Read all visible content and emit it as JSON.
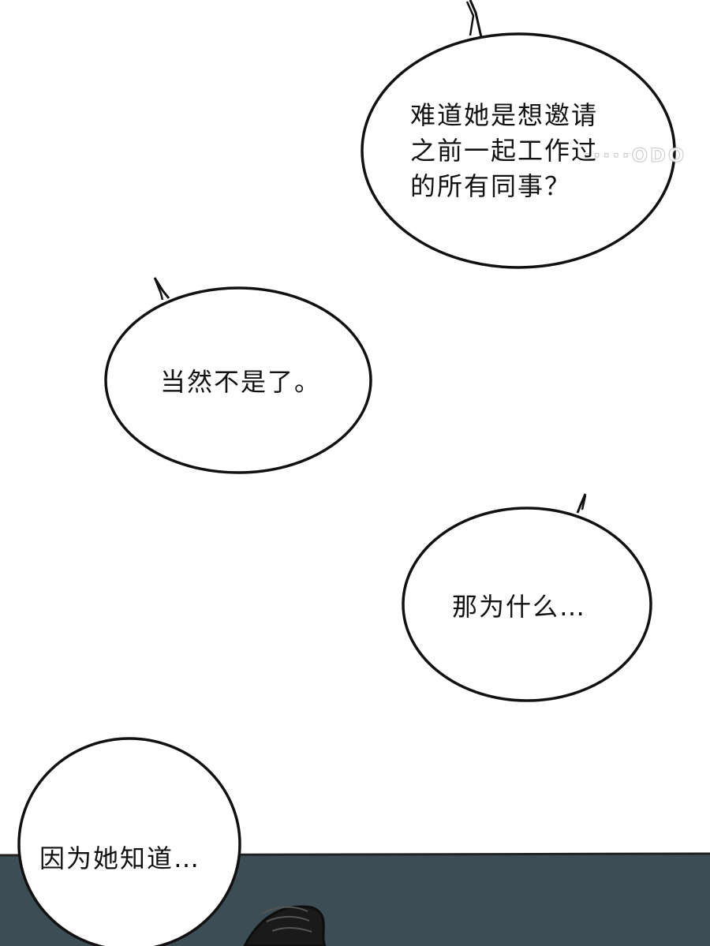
{
  "panel": {
    "bubbles": [
      {
        "lines": [
          "难道她是想邀请",
          "之前一起工作过",
          "的所有同事？"
        ]
      },
      {
        "lines": [
          "当然不是了。"
        ]
      },
      {
        "lines": [
          "那为什么…"
        ]
      },
      {
        "lines": [
          "因为她知道…"
        ]
      }
    ],
    "watermark": "·····ODO"
  },
  "colors": {
    "page_background": "#ffffff",
    "floor": "#3c4d55",
    "outline": "#111111",
    "hair": "#1a1a1a"
  }
}
